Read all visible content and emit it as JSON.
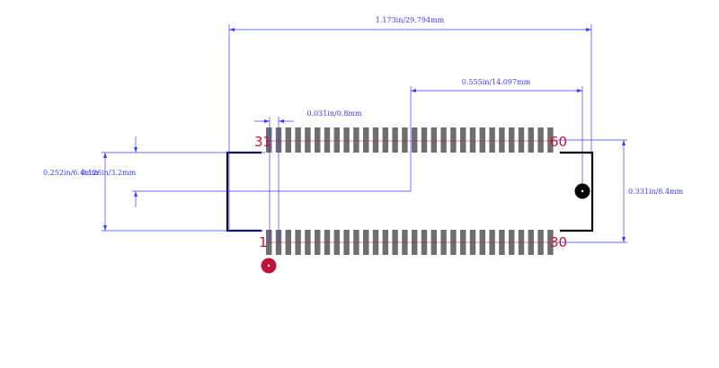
{
  "colors": {
    "pad": "#6e6e6e",
    "dimension": "#3b3bff",
    "outline": "#000000",
    "pin_label": "#c0143c",
    "pin1_marker": "#c0143c",
    "pin_line": "#c0143c"
  },
  "dimensions": {
    "overall_width": "1.173in/29.794mm",
    "row_span": "0.555in/14.097mm",
    "pitch": "0.031in/0.8mm",
    "height_left": "0.252in/6.4mm",
    "body_height": "0.126in/3.2mm",
    "height_right": "0.331in/8.4mm"
  },
  "pins": {
    "top_left": "31",
    "top_right": "60",
    "bottom_left": "1",
    "bottom_right": "30"
  },
  "footprint": {
    "pads_per_row": 30,
    "rows": 2
  },
  "markers": {
    "pin1_marker_icon": "pin1-dot",
    "orientation_marker_icon": "orientation-dot"
  }
}
